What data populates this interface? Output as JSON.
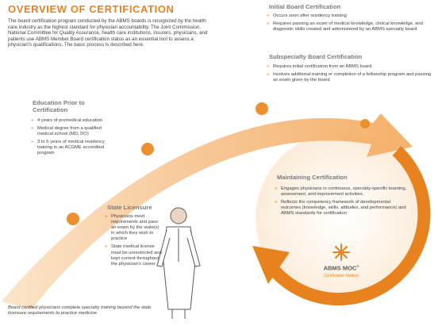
{
  "title": "OVERVIEW OF CERTIFICATION",
  "intro": "The board certification program conducted by the ABMS boards is recognized by the health care industry as the highest standard for physician accountability. The Joint Commission, National Committee for Quality Assurance, health care institutions, insurers, physicians, and patients use ABMS Member Board certification status as an essential tool to assess a physician's qualifications. The basic process is described here.",
  "initial": {
    "heading": "Initial Board Certification",
    "items": [
      "Occurs soon after residency training",
      "Requires passing an exam of medical knowledge, clinical knowledge, and diagnostic skills created and administered by an ABMS specialty board"
    ]
  },
  "subspecialty": {
    "heading": "Subspecialty Board Certification",
    "items": [
      "Requires initial certification from an ABMS board",
      "Involves additional training or completion of a fellowship program and passing an exam given by the board"
    ]
  },
  "education": {
    "heading_line1": "Education Prior to",
    "heading_line2": "Certification",
    "items": [
      "4 years of premedical education",
      "Medical degree from a qualified medical school (MD, DO)",
      "3 to 5 years of medical residency training in an ACGME accredited program"
    ]
  },
  "state": {
    "heading": "State Licensure",
    "items": [
      "Physicians meet requirements and pass an exam by the state(s) in which they wish to practice",
      "State medical license must be unrestricted and kept current throughout the physician's career"
    ]
  },
  "maintaining": {
    "heading": "Maintaining Certification",
    "items": [
      "Engages physicians in continuous, specialty-specific learning, assessment, and improvement activities.",
      "Reflects the competency framework of developmental outcomes (knowledge, skills, attitudes, and performance) and ABMS standards for certification"
    ]
  },
  "logo": {
    "name": "ABMS MOC",
    "mark": "®",
    "tagline": "Certification Matters"
  },
  "footnote": "Board certified physicians complete specialty training beyond the state licensure requirements to practice medicine.",
  "colors": {
    "accent": "#e8821e",
    "accent_light": "#f6c48c",
    "circle_fill": "#fdf1e4"
  },
  "icons": [
    "physician-figure-icon",
    "abms-moc-star-logo-icon",
    "orange-arrow-icon"
  ]
}
